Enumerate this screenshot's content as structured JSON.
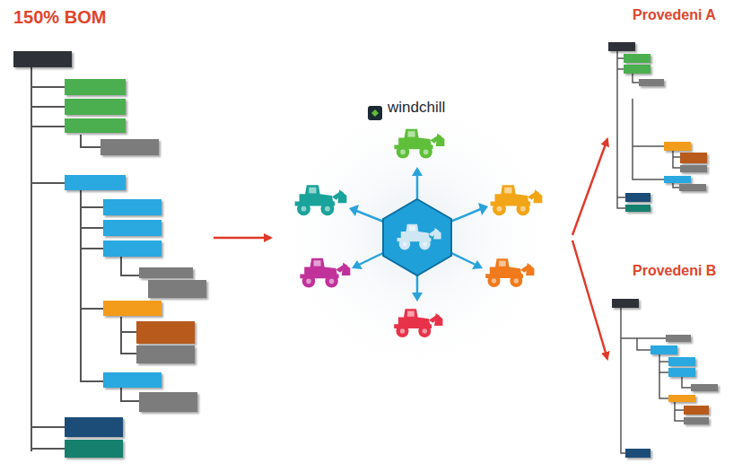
{
  "diagram": {
    "nodes": [
      {
        "text": [
          "150% BOM"
        ]
      },
      {
        "text": [
          "windchill"
        ]
      },
      {
        "text": [
          "Provedeni A"
        ]
      },
      {
        "text": [
          "Provedeni B"
        ]
      }
    ],
    "edges": [
      {
        "from": 0,
        "to": 1,
        "arrow": "to"
      },
      {
        "from": 1,
        "to": 2,
        "arrow": "to"
      },
      {
        "from": 1,
        "to": 3,
        "arrow": "to"
      }
    ]
  }
}
